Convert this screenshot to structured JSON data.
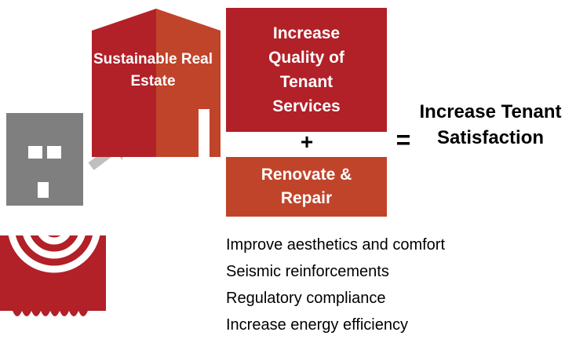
{
  "colors": {
    "quality_box": "#b22028",
    "renovate_box": "#c0442a",
    "house_left": "#b22028",
    "house_right": "#c0442a",
    "grey_building": "#7f7f7f",
    "arrow": "#bfbfbf"
  },
  "icons": {
    "grey_building": "building-icon",
    "arrow": "arrow-up-right-icon",
    "house": "house-icon",
    "seismic": "seismic-waves-icon"
  },
  "house_label": "Sustainable Real Estate",
  "quality_box": {
    "label": "Increase Quality of Tenant Services"
  },
  "plus_symbol": "+",
  "renovate_box": {
    "label": "Renovate & Repair"
  },
  "equals_symbol": "=",
  "result": {
    "label": "Increase Tenant Satisfaction"
  },
  "bullets": [
    "Improve aesthetics and comfort",
    "Seismic reinforcements",
    "Regulatory compliance",
    "Increase energy efficiency"
  ]
}
